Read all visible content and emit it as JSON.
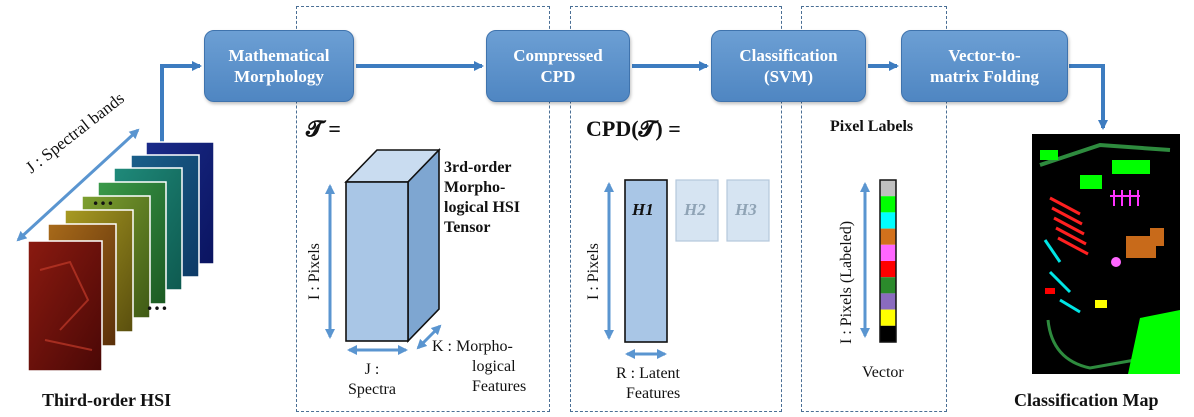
{
  "steps": {
    "morphology": [
      "Mathematical",
      "Morphology"
    ],
    "cpd": [
      "Compressed",
      "CPD"
    ],
    "classification": [
      "Classification",
      "(SVM)"
    ],
    "folding": [
      "Vector-to-",
      "matrix Folding"
    ]
  },
  "input": {
    "spectral_axis": "J : Spectral bands",
    "caption": "Third-order HSI"
  },
  "morph_panel": {
    "equation": "𝓣 =",
    "tensor_desc": [
      "3rd-order",
      "Morpho-",
      "logical HSI",
      "Tensor"
    ],
    "pixels_axis": "I : Pixels",
    "spectra_axis": [
      "J :",
      "Spectra"
    ],
    "features_axis": [
      "K : Morpho-",
      "logical",
      "Features"
    ]
  },
  "cpd_panel": {
    "equation": "CPD(𝓣) =",
    "factors": [
      "H1",
      "H2",
      "H3"
    ],
    "pixels_axis": "I : Pixels",
    "latent_axis": [
      "R : Latent",
      "Features"
    ]
  },
  "label_panel": {
    "title": "Pixel Labels",
    "pixels_axis": "I : Pixels (Labeled)",
    "vector_label": "Vector",
    "label_colors": [
      "#c0c0c0",
      "#00ff00",
      "#00ffff",
      "#d2711c",
      "#ff66ff",
      "#ff0000",
      "#2b8a2b",
      "#8a6bbf",
      "#ffff00",
      "#000000"
    ]
  },
  "output": {
    "caption": "Classification Map"
  },
  "colors": {
    "step_fill": "#5b8fca",
    "arrow": "#3d7cc0",
    "tensor_fill": "#a9c6e6",
    "panel_border": "#4a6f95"
  }
}
